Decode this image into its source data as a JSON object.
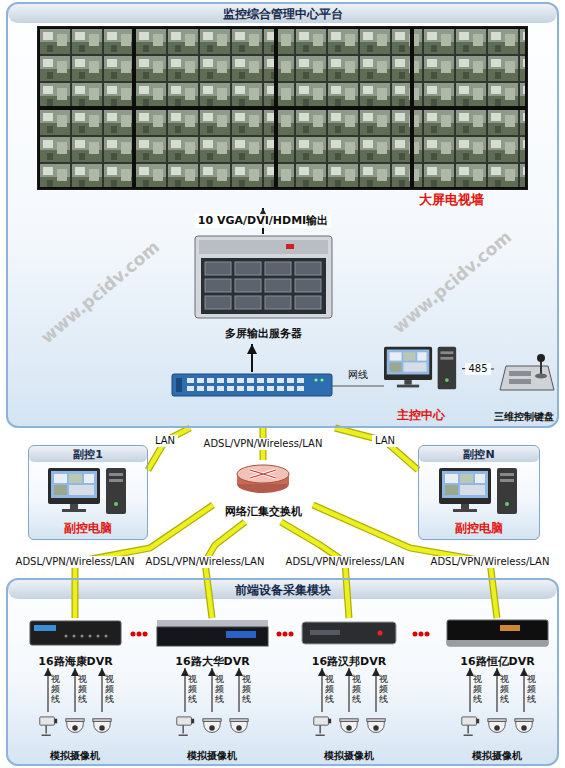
{
  "diagram": {
    "nodes": [
      {
        "text": [
          "监控综合管理中心平台"
        ]
      },
      {
        "text": [
          "大屏电视墙"
        ],
        "in": 0
      },
      {
        "text": [
          "多屏输出服务器"
        ],
        "in": 0
      },
      {
        "text": [
          "主控中心"
        ],
        "in": 0
      },
      {
        "text": [
          "三维控制键盘"
        ],
        "in": 0
      },
      {
        "text": [
          "副控1",
          "副控电脑"
        ]
      },
      {
        "text": [
          "网络汇集交换机"
        ]
      },
      {
        "text": [
          "副控N",
          "副控电脑"
        ]
      },
      {
        "text": [
          "前端设备采集模块"
        ]
      },
      {
        "text": [
          "16路海康DVR"
        ],
        "in": 8
      },
      {
        "text": [
          "16路大华DVR"
        ],
        "in": 8
      },
      {
        "text": [
          "16路汉邦DVR"
        ],
        "in": 8
      },
      {
        "text": [
          "16路恒亿DVR"
        ],
        "in": 8
      },
      {
        "text": [
          "模拟摄像机"
        ],
        "in": 8
      },
      {
        "text": [
          "模拟摄像机"
        ],
        "in": 8
      },
      {
        "text": [
          "模拟摄像机"
        ],
        "in": 8
      },
      {
        "text": [
          "模拟摄像机"
        ],
        "in": 8
      }
    ],
    "edges": [
      {
        "from": 2,
        "to": 1,
        "arrow": "to",
        "label": "10 VGA/DVI/HDMI输出"
      },
      {
        "from": 3,
        "to": 4,
        "arrow": "none",
        "label": "485"
      },
      {
        "from": 0,
        "to": 5,
        "arrow": "none",
        "label": "LAN"
      },
      {
        "from": 0,
        "to": 6,
        "arrow": "none",
        "label": "ADSL/VPN/Wireless/LAN"
      },
      {
        "from": 0,
        "to": 7,
        "arrow": "none",
        "label": "LAN"
      },
      {
        "from": 6,
        "to": 9,
        "arrow": "none",
        "label": "ADSL/VPN/Wireless/LAN"
      },
      {
        "from": 6,
        "to": 10,
        "arrow": "none",
        "label": "ADSL/VPN/Wireless/LAN"
      },
      {
        "from": 6,
        "to": 11,
        "arrow": "none",
        "label": "ADSL/VPN/Wireless/LAN"
      },
      {
        "from": 6,
        "to": 12,
        "arrow": "none",
        "label": "ADSL/VPN/Wireless/LAN"
      },
      {
        "from": 13,
        "to": 9,
        "arrow": "to",
        "label": "视频线"
      },
      {
        "from": 13,
        "to": 9,
        "arrow": "to",
        "label": "视频线"
      },
      {
        "from": 13,
        "to": 9,
        "arrow": "to",
        "label": "视频线"
      },
      {
        "from": 14,
        "to": 10,
        "arrow": "to",
        "label": "视频线"
      },
      {
        "from": 14,
        "to": 10,
        "arrow": "to",
        "label": "视频线"
      },
      {
        "from": 14,
        "to": 10,
        "arrow": "to",
        "label": "视频线"
      },
      {
        "from": 15,
        "to": 11,
        "arrow": "to",
        "label": "视频线"
      },
      {
        "from": 15,
        "to": 11,
        "arrow": "to",
        "label": "视频线"
      },
      {
        "from": 15,
        "to": 11,
        "arrow": "to",
        "label": "视频线"
      },
      {
        "from": 16,
        "to": 12,
        "arrow": "to",
        "label": "视频线"
      },
      {
        "from": 16,
        "to": 12,
        "arrow": "to",
        "label": "视频线"
      },
      {
        "from": 16,
        "to": 12,
        "arrow": "to",
        "label": "视频线"
      }
    ],
    "labels": [
      "网线",
      "www.pcidv.com",
      "www.pcidv.com"
    ]
  }
}
